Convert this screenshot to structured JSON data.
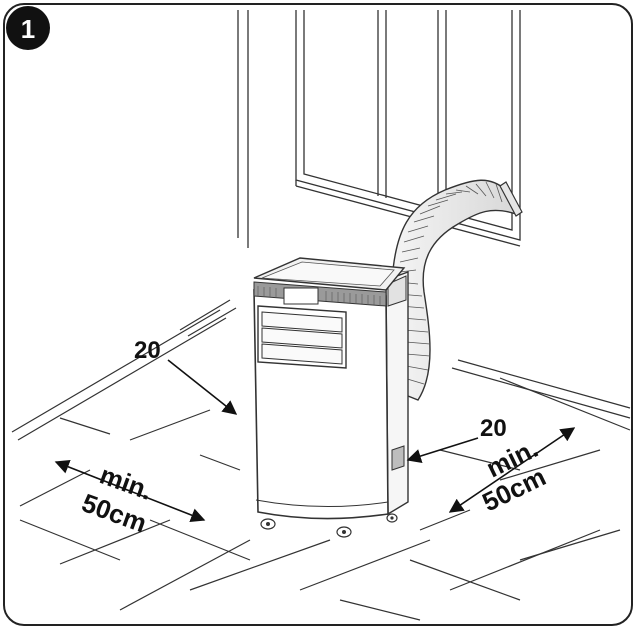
{
  "figure": {
    "step_number": "1",
    "left_clearance": {
      "value": "20",
      "min_label": "min.",
      "distance_label": "50cm"
    },
    "right_clearance": {
      "value": "20",
      "min_label": "min.",
      "distance_label": "50cm"
    }
  }
}
